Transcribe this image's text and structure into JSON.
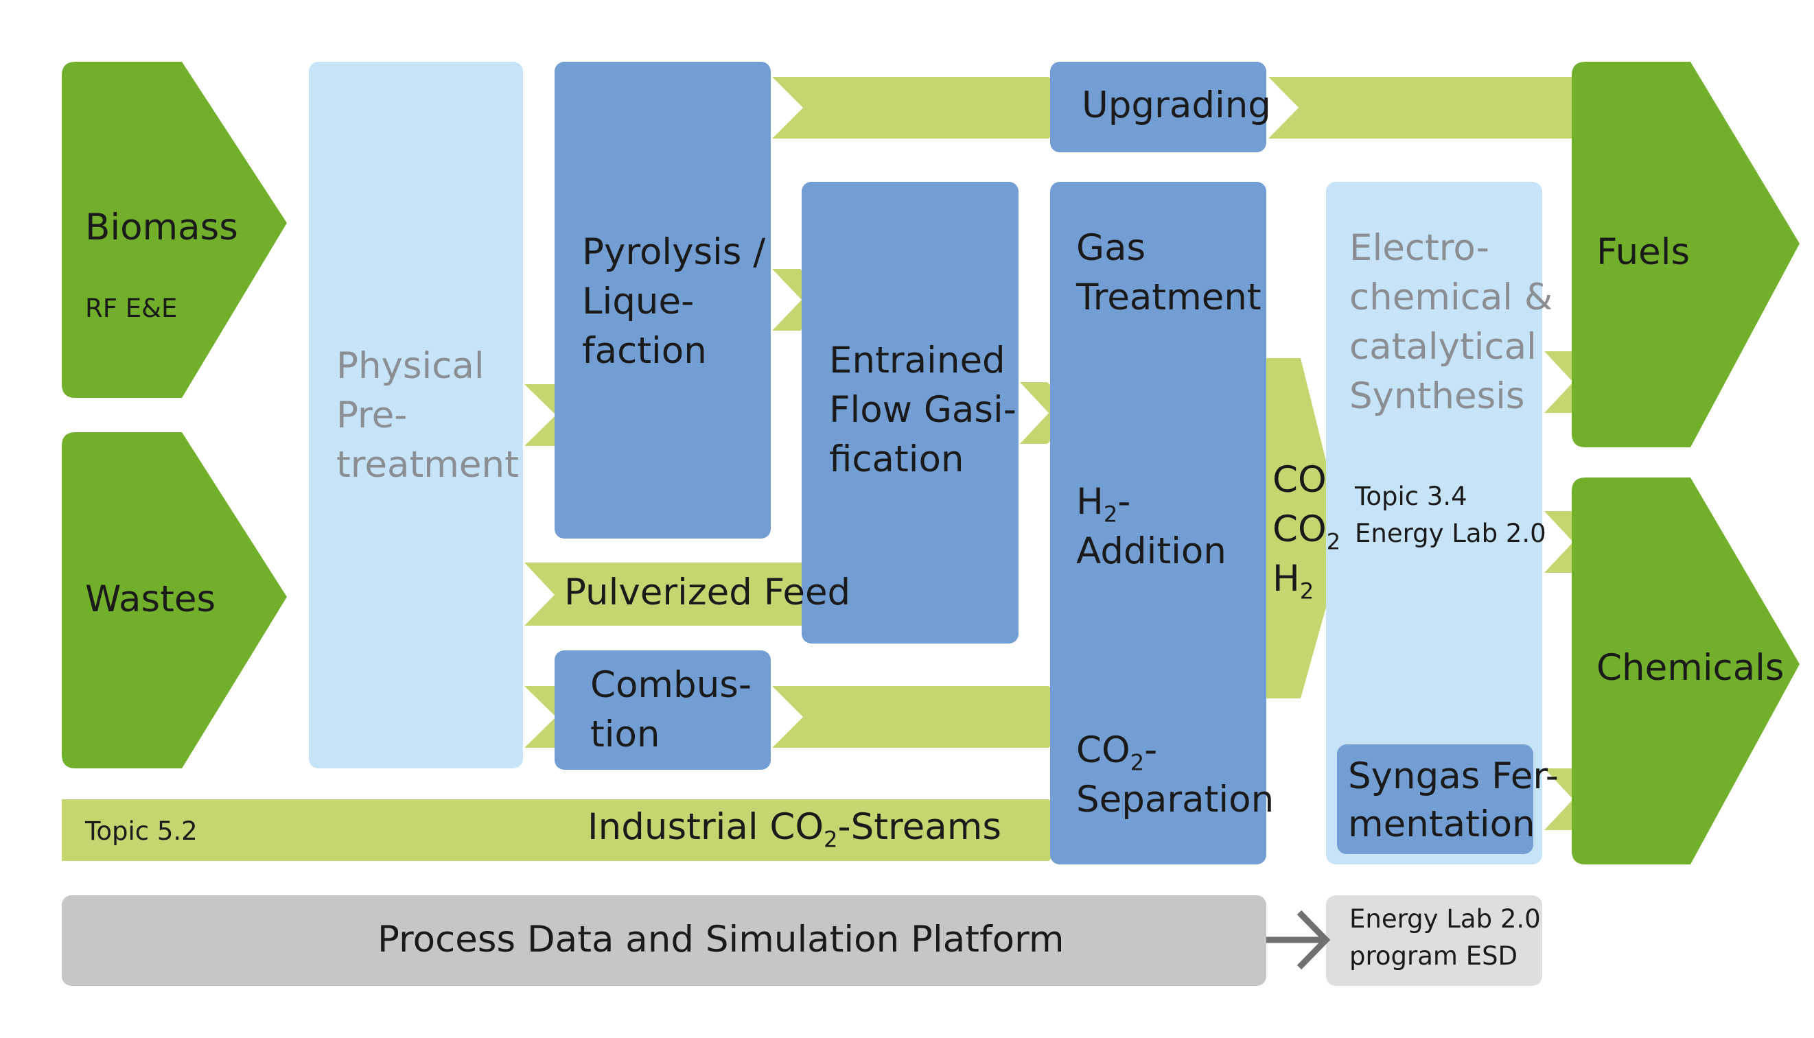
{
  "colors": {
    "dark_green": "#72b02c",
    "light_green": "#c4d670",
    "blue": "#729ed3",
    "light_blue": "#c6e3f8",
    "grey": "#c6c6c6",
    "light_grey": "#dedede",
    "arrow_grey": "#707070"
  },
  "inputs": {
    "biomass": "Biomass",
    "biomass_tag": "RF E&E",
    "wastes": "Wastes"
  },
  "pretreatment": {
    "line1": "Physical",
    "line2": "Pre-",
    "line3": "treatment"
  },
  "processes": {
    "pyrolysis": {
      "line1": "Pyrolysis /",
      "line2": "Lique-",
      "line3": "faction"
    },
    "gasification": {
      "line1": "Entrained",
      "line2": "Flow Gasi-",
      "line3": "fication"
    },
    "combustion": {
      "line1": "Combus-",
      "line2": "tion"
    },
    "upgrading": "Upgrading",
    "gas_treatment": {
      "line1": "Gas",
      "line2": "Treatment"
    },
    "h2_addition": {
      "h": "H",
      "sub": "2",
      "suffix": "-",
      "line2": "Addition"
    },
    "co2_separation": {
      "co": "CO",
      "sub": "2",
      "suffix": "-",
      "line2": "Separation"
    },
    "syngas_fermentation": {
      "line1": "Syngas Fer-",
      "line2": "mentation"
    }
  },
  "streams": {
    "pulverized_feed": "Pulverized Feed",
    "industrial_prefix": "Industrial CO",
    "industrial_sub": "2",
    "industrial_suffix": "-Streams",
    "industrial_topic": "Topic 5.2",
    "gases": {
      "co": "CO",
      "co2": "CO",
      "co2_sub": "2",
      "h2": "H",
      "h2_sub": "2"
    }
  },
  "synthesis": {
    "line1": "Electro-",
    "line2": "chemical &",
    "line3": "catalytical",
    "line4": "Synthesis",
    "topic": "Topic 3.4",
    "lab": "Energy Lab 2.0"
  },
  "outputs": {
    "fuels": "Fuels",
    "chemicals": "Chemicals"
  },
  "platform": {
    "label": "Process Data and Simulation Platform",
    "target_line1": "Energy Lab 2.0",
    "target_line2": "program ESD"
  }
}
